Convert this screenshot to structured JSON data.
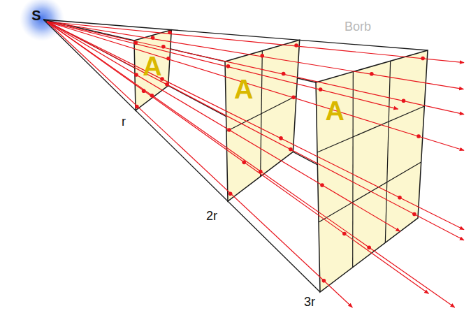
{
  "diagram": {
    "nodes": [
      {
        "text": [
          "S"
        ]
      },
      {
        "text": [
          "A"
        ]
      },
      {
        "text": [
          "A"
        ]
      },
      {
        "text": [
          "A"
        ]
      }
    ],
    "labels": [
      "r",
      "2r",
      "3r",
      "Borb"
    ]
  }
}
